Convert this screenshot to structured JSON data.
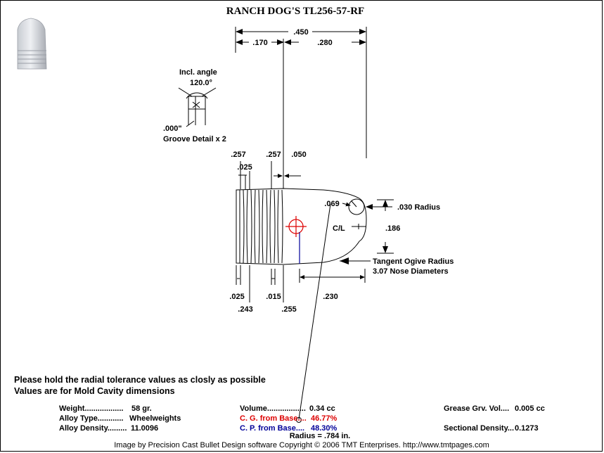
{
  "title": "RANCH DOG'S   TL256-57-RF",
  "dims": {
    "overall": ".450",
    "body_len": ".170",
    "nose_len": ".280",
    "band_dia_left": ".257",
    "band_dia_right": ".257",
    "band_width": ".025",
    "band_step": ".050",
    "meplat_radius": ".030 Radius",
    "meplat_offset": ".069",
    "meplat_dia": ".186",
    "centerline": "C/L",
    "ogive_label1": "Tangent Ogive Radius",
    "ogive_label2": "3.07  Nose Diameters",
    "groove_width": ".025",
    "groove_dia": ".243",
    "groove_depth": ".015",
    "body_dia": ".255",
    "nose_dia_len": ".230",
    "radius": "Radius = .784 in."
  },
  "groove_detail": {
    "incl_angle_label": "Incl. angle",
    "angle": "120.0°",
    "depth": ".000\"",
    "caption": "Groove Detail x 2"
  },
  "notes": {
    "line1": "Please hold the radial tolerance values as closly as possible",
    "line2": "Values are for Mold Cavity dimensions"
  },
  "specs": {
    "weight_label": "Weight..................",
    "weight_value": "58 gr.",
    "alloy_type_label": "Alloy Type............",
    "alloy_type_value": "Wheelweights",
    "alloy_density_label": "Alloy Density.........",
    "alloy_density_value": "11.0096",
    "volume_label": "Volume..................",
    "volume_value": "0.34 cc",
    "cg_label": "C. G. from Base....",
    "cg_value": "46.77%",
    "cp_label": "C. P. from Base....",
    "cp_value": "48.30%",
    "grease_label": "Grease Grv. Vol....",
    "grease_value": "0.005 cc",
    "sectional_label": "Sectional Density...",
    "sectional_value": "0.1273"
  },
  "footer": "Image by Precision Cast Bullet Design software  Copyright © 2006 TMT Enterprises.  http://www.tmtpages.com",
  "colors": {
    "cg": "#dd0000",
    "cp": "#000099",
    "bullet_fill": "#e6e6e6",
    "bullet_shade": "#b9b9b9"
  }
}
